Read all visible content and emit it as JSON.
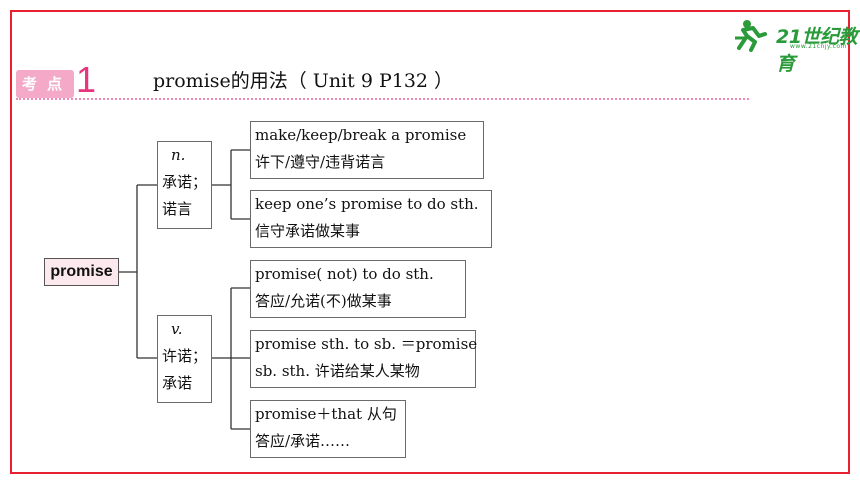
{
  "header": {
    "badge": [
      "考",
      "点"
    ],
    "badge_number": "1",
    "title": "promise的用法（ Unit 9 P132 ）",
    "logo_text": "21世纪教育",
    "logo_sub": "www.21cnjy.com"
  },
  "tree": {
    "root": "promise",
    "noun": {
      "pos": "n.",
      "meaning_line1": "承诺；",
      "meaning_line2": "诺言",
      "items": [
        {
          "line1": "make/keep/break a promise",
          "line2": "许下/遵守/违背诺言"
        },
        {
          "line1": "keep one’s promise to do sth.",
          "line2": "信守承诺做某事"
        }
      ]
    },
    "verb": {
      "pos": "v.",
      "meaning_line1": "许诺；",
      "meaning_line2": "承诺",
      "items": [
        {
          "line1": "promise( not) to do sth.",
          "line2": "答应/允诺(不)做某事"
        },
        {
          "line1": "promise sth. to sb. ＝promise",
          "line2": "sb. sth. 许诺给某人某物"
        },
        {
          "line1": "promise＋that 从句",
          "line2": "答应/承诺……"
        }
      ]
    }
  }
}
